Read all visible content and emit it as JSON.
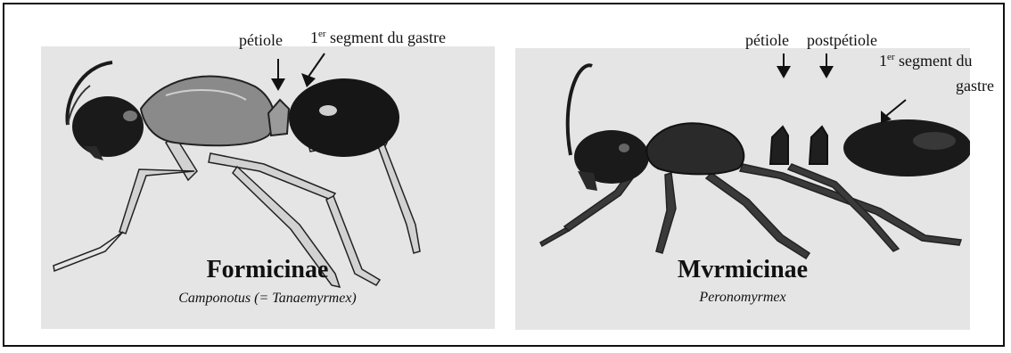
{
  "formicinae": {
    "petiole_label": "pétiole",
    "gaster_label_ordinal": "1",
    "gaster_label_sup": "er",
    "gaster_label_rest": " segment du gastre",
    "subfamily": "Formicinae",
    "genus": "Camponotus (= Tanaemyrmex)"
  },
  "myrmicinae": {
    "petiole_label": "pétiole",
    "postpetiole_label": "postpétiole",
    "gaster_label_ordinal": "1",
    "gaster_label_sup": "er",
    "gaster_label_line1_rest": " segment du",
    "gaster_label_line2": "gastre",
    "subfamily": "Mvrmicinae",
    "genus": "Peronomyrmex"
  },
  "colors": {
    "panel_background": "#e5e5e5",
    "frame": "#111111",
    "ant_body": "#1a1a1a",
    "ant_legs": "#cfcfcf"
  }
}
